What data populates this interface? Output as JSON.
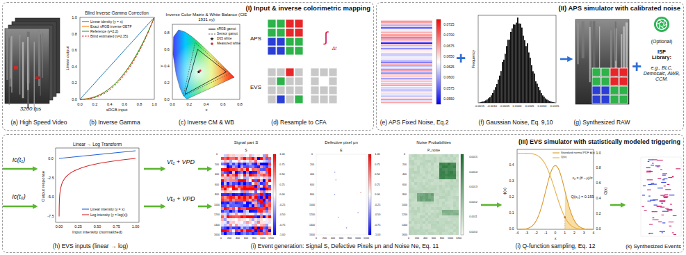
{
  "diagram": {
    "nodes": [
      {
        "text": [
          "(I) Input & inverse colorimetric mapping"
        ]
      },
      {
        "text": [
          "(II) APS simulator with calibrated noise"
        ]
      },
      {
        "text": [
          "(III) EVS simulator with statistically modeled triggering"
        ]
      },
      {
        "text": [
          "3200 fps",
          "(a) High Speed Video"
        ],
        "in": 0
      },
      {
        "text": [
          "Blind Inverse Gamma Correction",
          "(b) Inverse Gamma"
        ],
        "in": 0
      },
      {
        "text": [
          "Inverse Color Matrix & White Balance (CIE 1931 xy)",
          "(c) Inverse CM & WB"
        ],
        "in": 0
      },
      {
        "text": [
          "(d) Resample to CFA"
        ],
        "in": 0
      },
      {
        "text": [
          "(e) APS Fixed Noise, Eq.2"
        ],
        "in": 1
      },
      {
        "text": [
          "(f) Gaussian Noise, Eq. 9,10"
        ],
        "in": 1
      },
      {
        "text": [
          "(g) Synthesized RAW"
        ],
        "in": 1
      },
      {
        "text": [
          "Linear → Log Transform",
          "(h) EVS inputs (linear → log)"
        ],
        "in": 2
      },
      {
        "text": [
          "Signal part S",
          "Defective pixel μn",
          "Noise Probabilities",
          "(i) Event generation: Signal S, Defective Pixels μn and Noise Ne, Eq. 11"
        ],
        "in": 2
      },
      {
        "text": [
          "(i) Q-function sampling, Eq. 12"
        ],
        "in": 2
      },
      {
        "text": [
          "(k) Synthesized Events"
        ],
        "in": 2
      }
    ],
    "edges": [
      {
        "from": 8,
        "to": 9,
        "arrow": "to"
      },
      {
        "from": 11,
        "to": 12,
        "arrow": "to"
      },
      {
        "from": 12,
        "to": 13,
        "arrow": "to"
      }
    ],
    "labels": [
      "0.0",
      "0.2",
      "0.4",
      "0.6",
      "0.8",
      "1.0",
      "0.0",
      "0.2",
      "0.4",
      "0.6",
      "0.8",
      "1.0",
      "sRGB input",
      "Linear output",
      "0.0",
      "0.2",
      "0.4",
      "0.6",
      "0.8",
      "0.0",
      "0.2",
      "0.4",
      "0.6",
      "0.8",
      "x",
      "y",
      "APS",
      "EVS",
      "∫",
      "Δt",
      "0.0725",
      "0.0700",
      "0.0675",
      "0.0650",
      "0.0625",
      "0.0600",
      "0.0575",
      "0.0550",
      "+",
      "Frequency",
      "-0.0015",
      "-0.0010",
      "-0.0005",
      "0.0000",
      "0.0005",
      "0.0010",
      "0.0015",
      "+",
      "(Optional)",
      "ISP Library:",
      "e.g., BLC, Demosaic, AWB, CCM.",
      "Ic(t₁)",
      "Ic(t₀)",
      "0.00",
      "0.25",
      "0.50",
      "0.75",
      "1.00",
      "0.0",
      "-2.5",
      "-5.0",
      "-7.5",
      "Input intensity (normalized)",
      "Output response",
      "Vt₁ + VPD",
      "Vt₀ + VPD",
      "S",
      "E",
      "P_noise",
      "0",
      "200",
      "400",
      "600",
      "800",
      "1000",
      "1200",
      "1400",
      "1600",
      "0",
      "200",
      "400",
      "600",
      "800",
      "1000",
      "1200",
      "1.00",
      "0.75",
      "0.50",
      "0.25",
      "0.00",
      "-0.25",
      "-0.50",
      "-0.75",
      "-1.00",
      "0",
      "200",
      "400",
      "600",
      "800",
      "1000",
      "1200",
      "1400",
      "1600",
      "0",
      "200",
      "400",
      "600",
      "800",
      "1000",
      "1200",
      "1.00",
      "0.75",
      "0.50",
      "0.25",
      "0.00",
      "-0.25",
      "-0.50",
      "-0.75",
      "-1.00",
      "0",
      "200",
      "400",
      "600",
      "800",
      "1000",
      "1200",
      "1400",
      "1600",
      "0",
      "200",
      "400",
      "600",
      "800",
      "1000",
      "1200",
      "0.0015",
      "0.0014",
      "0.0013",
      "0.0012",
      "0.0011",
      "0.0010",
      "-4",
      "-3",
      "-2",
      "-1",
      "0",
      "1",
      "2",
      "3",
      "4",
      "0.0",
      "0.1",
      "0.2",
      "0.3",
      "0.4",
      "0.0",
      "0.2",
      "0.4",
      "0.6",
      "0.8",
      "1.0",
      "ϕ(x)",
      "Q(x)",
      "x",
      "x₀ = (θ − μ)/σ",
      "Q(x₀) = 0.159"
    ],
    "legend": [
      {
        "text": "Linear identity (y = x)"
      },
      {
        "text": "Exact sRGB inverse OETF"
      },
      {
        "text": "Reference (γ=2.2)"
      },
      {
        "text": "Blind estimated (γ=2.35)"
      },
      {
        "text": "sRGB gamut"
      },
      {
        "text": "Sensor gamut"
      },
      {
        "text": "D65 white"
      },
      {
        "text": "Measured white"
      },
      {
        "text": "Linear intensity (y = x)"
      },
      {
        "text": "Log intensity (y = log(x))"
      },
      {
        "text": "Standard normal PDF ϕ(x)"
      },
      {
        "text": "Q(x)"
      }
    ]
  }
}
